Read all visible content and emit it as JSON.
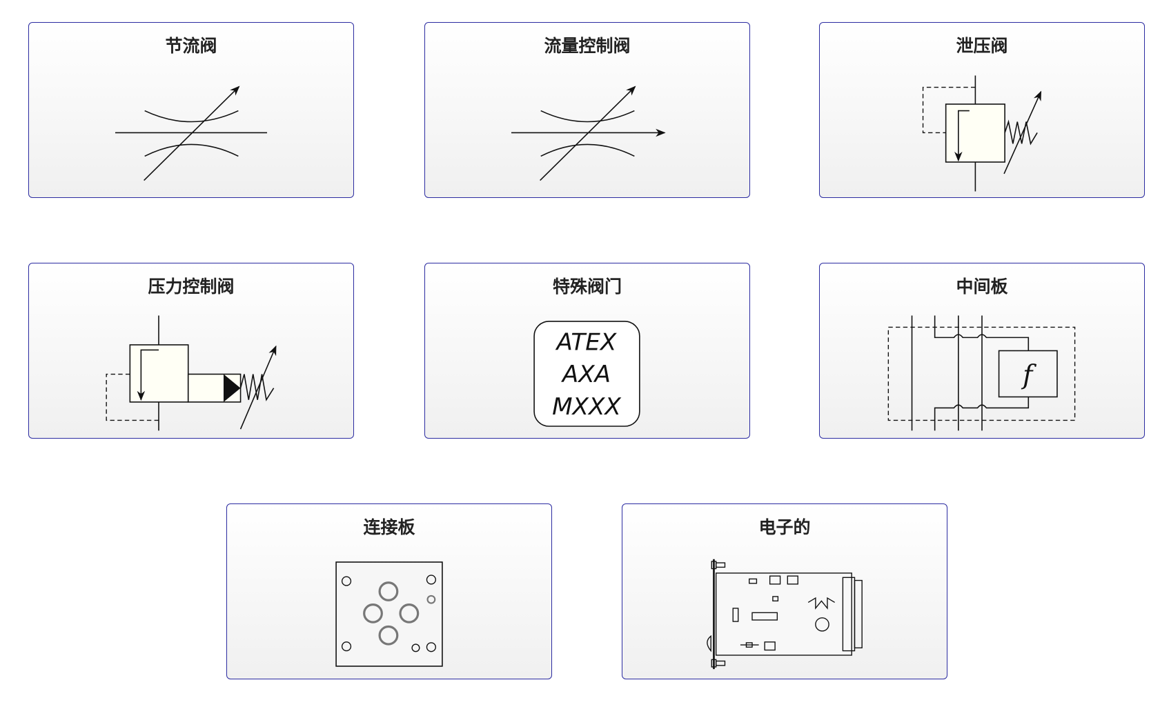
{
  "cards": [
    {
      "title": "节流阀",
      "icon": "throttle-valve-icon"
    },
    {
      "title": "流量控制阀",
      "icon": "flow-control-valve-icon"
    },
    {
      "title": "泄压阀",
      "icon": "pressure-relief-valve-icon"
    },
    {
      "title": "压力控制阀",
      "icon": "pressure-control-valve-icon"
    },
    {
      "title": "特殊阀门",
      "icon": "special-valves-icon",
      "labels": [
        "ATEX",
        "AXA",
        "MXXX"
      ]
    },
    {
      "title": "中间板",
      "icon": "intermediate-plate-icon",
      "symbol": "f"
    },
    {
      "title": "连接板",
      "icon": "subplate-icon"
    },
    {
      "title": "电子的",
      "icon": "electronics-card-icon"
    }
  ]
}
